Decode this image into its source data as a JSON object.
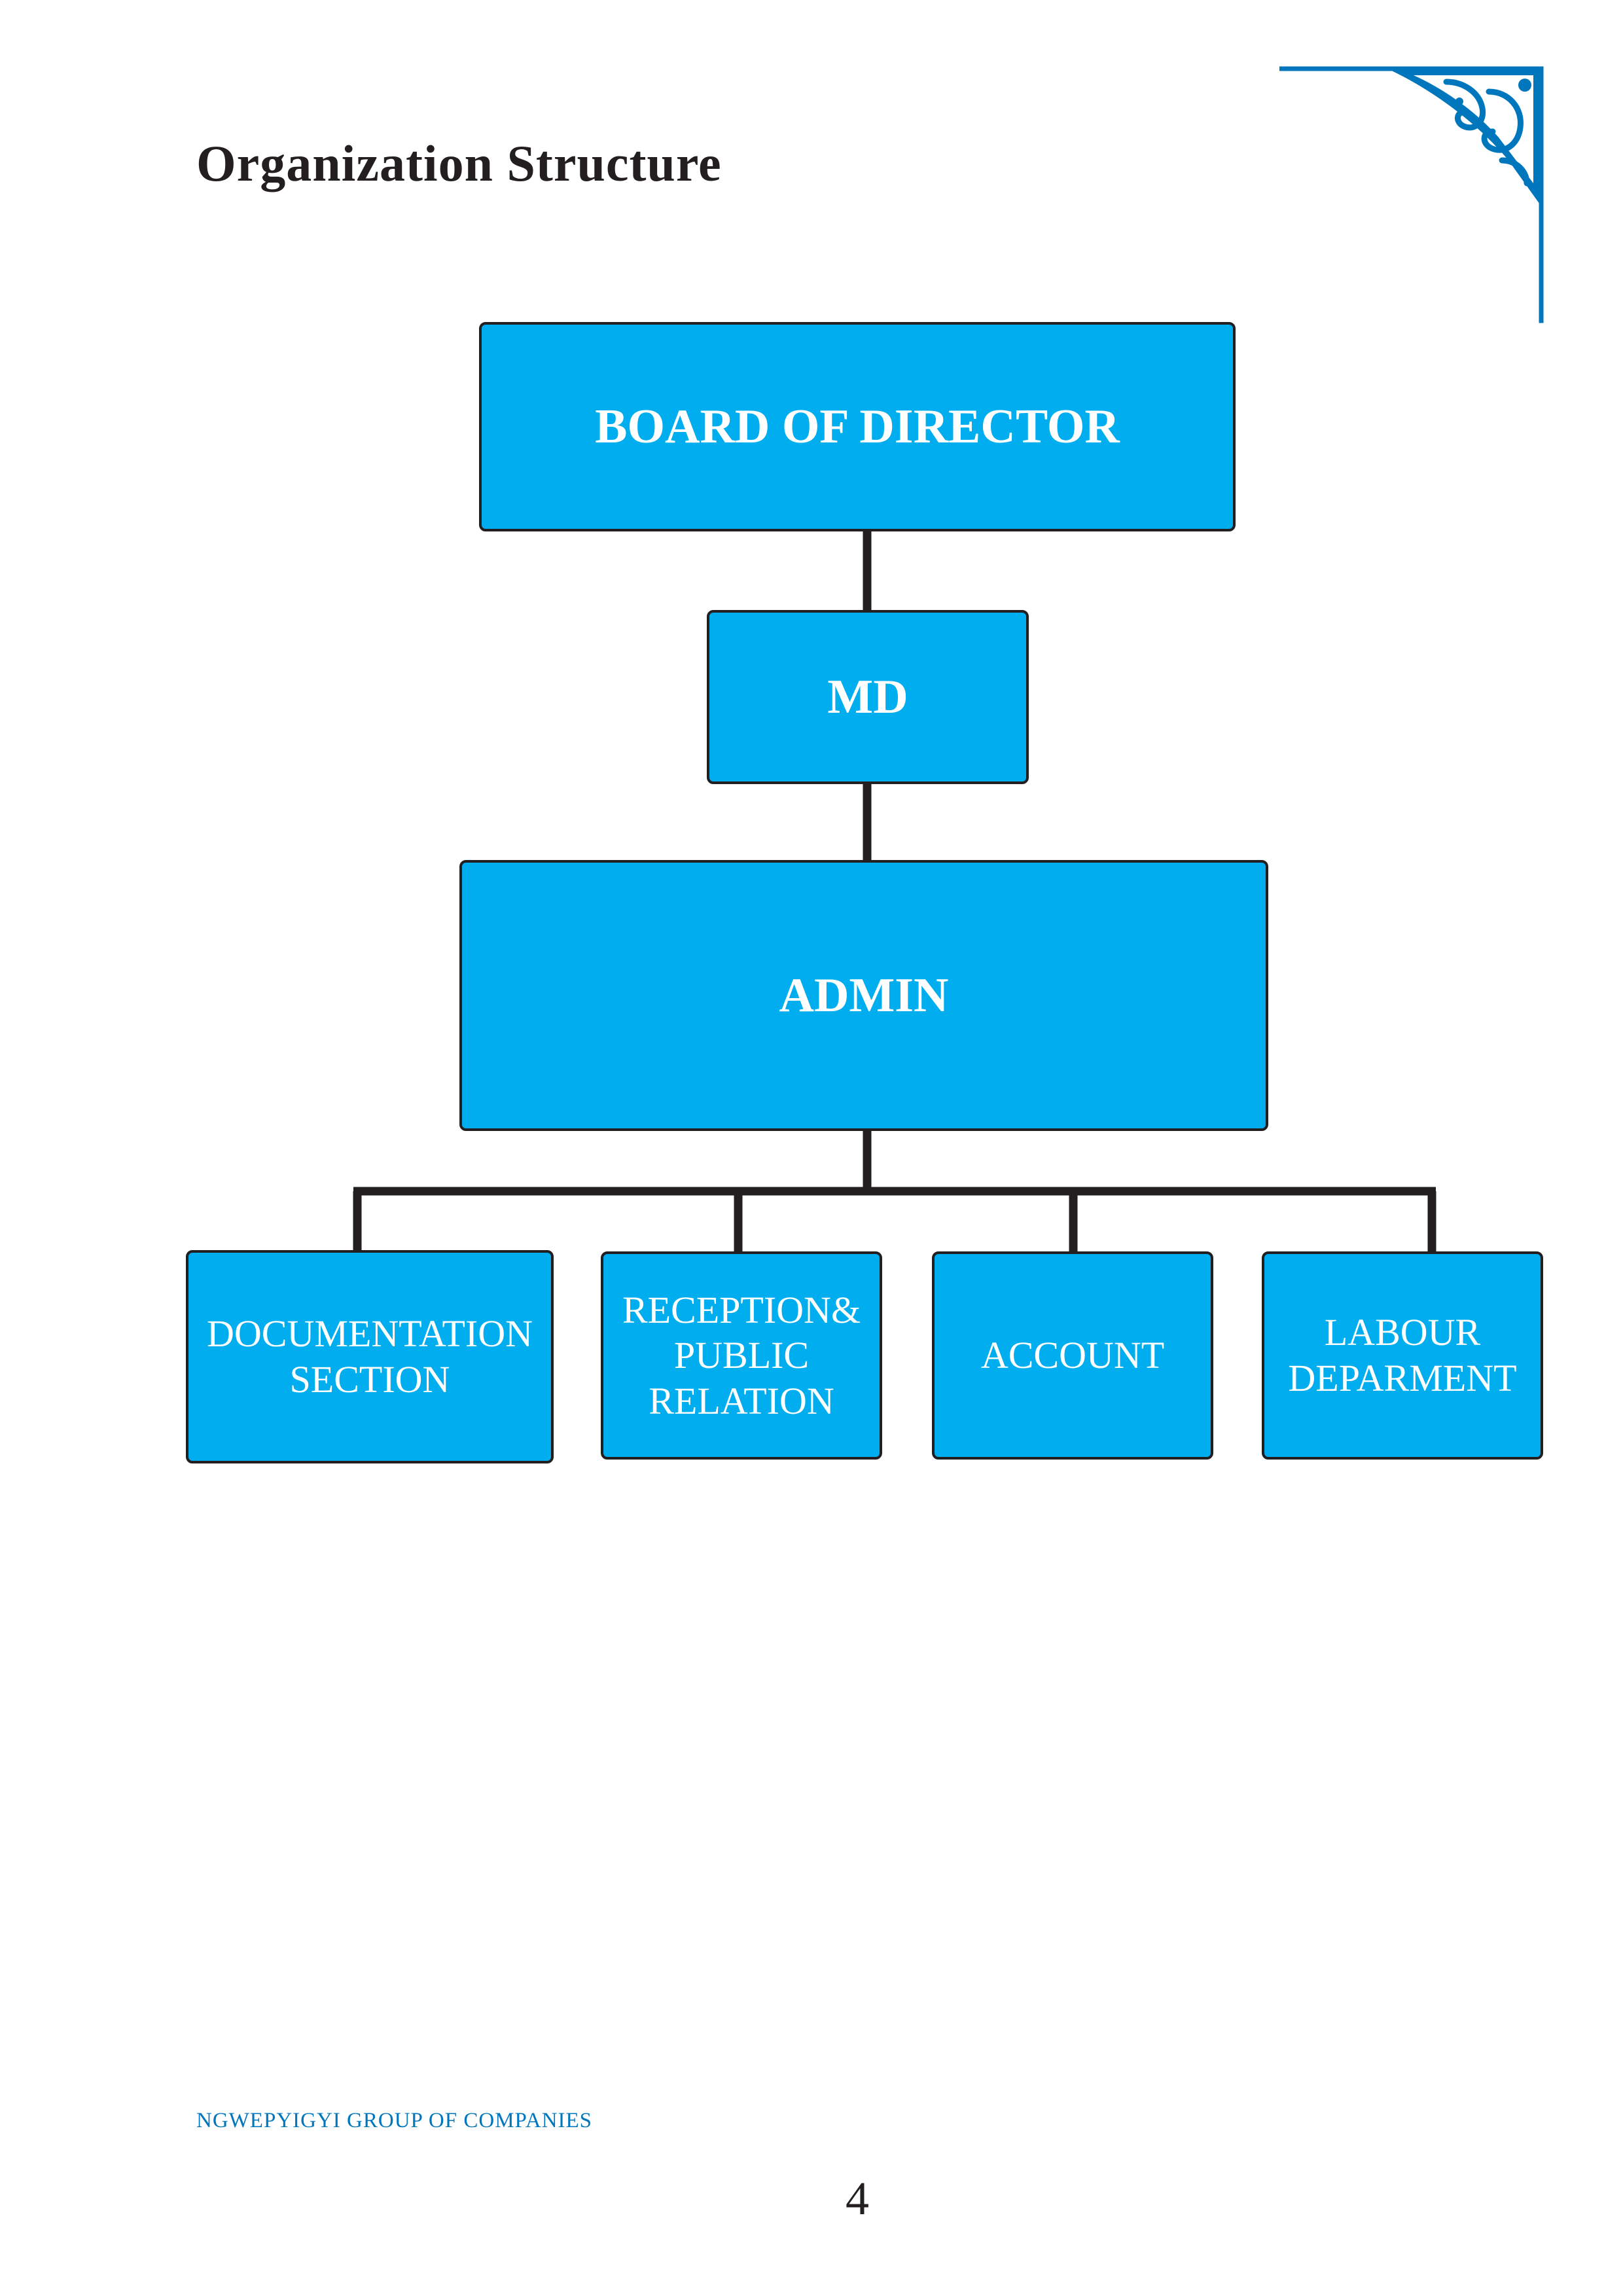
{
  "page": {
    "title": "Organization  Structure",
    "footer": "NGWEPYIGYI GROUP OF COMPANIES",
    "page_number": "4"
  },
  "colors": {
    "box_fill": "#00aeef",
    "box_border": "#231f20",
    "connector": "#231f20",
    "ornament": "#0077bd",
    "footer_text": "#0077bd"
  },
  "org_chart": {
    "nodes": [
      {
        "id": "board",
        "label": "BOARD OF DIRECTOR"
      },
      {
        "id": "md",
        "label": "MD"
      },
      {
        "id": "admin",
        "label": "ADMIN"
      },
      {
        "id": "documentation",
        "label": "DOCUMENTATION\nSECTION"
      },
      {
        "id": "reception",
        "label": "RECEPTION&\nPUBLIC\nRELATION"
      },
      {
        "id": "account",
        "label": "ACCOUNT"
      },
      {
        "id": "labour",
        "label": "LABOUR\nDEPARMENT"
      }
    ],
    "edges": [
      [
        "board",
        "md"
      ],
      [
        "md",
        "admin"
      ],
      [
        "admin",
        "documentation"
      ],
      [
        "admin",
        "reception"
      ],
      [
        "admin",
        "account"
      ],
      [
        "admin",
        "labour"
      ]
    ]
  }
}
